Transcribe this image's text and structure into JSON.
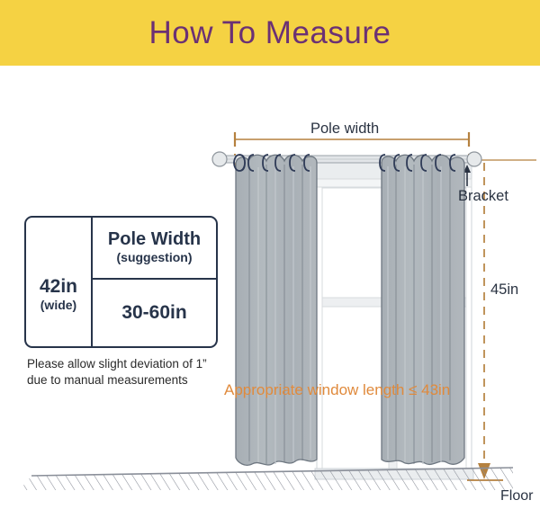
{
  "header": {
    "title": "How To Measure",
    "band_color": "#F5D243",
    "title_color": "#6B3174"
  },
  "size_table": {
    "width_value": "42in",
    "width_qualifier": "(wide)",
    "column_header": "Pole Width",
    "column_header_sub": "(suggestion)",
    "recommended_range": "30-60in",
    "border_color": "#27344A",
    "text_color": "#27344A"
  },
  "note": {
    "line1": "Please allow slight deviation of 1”",
    "line2": "due to manual measurements"
  },
  "diagram": {
    "pole_width_label": "Pole width",
    "bracket_label": "Bracket",
    "drop_measurement": "45in",
    "window_length_note": "Appropriate window length ≤ 43in",
    "floor_label": "Floor",
    "curtain_color": "#ACB3B8",
    "curtain_outline": "#6E7781",
    "window_frame_color": "#E3E6E8",
    "dimension_color": "#B5813F",
    "note_color": "#E08A3C",
    "grommet_color": "#2F3B57",
    "rod_color": "#D9DDE0",
    "floor_hatch_color": "#8A8F99",
    "left_panel_grommet_count": 6,
    "right_panel_grommet_count": 6
  }
}
